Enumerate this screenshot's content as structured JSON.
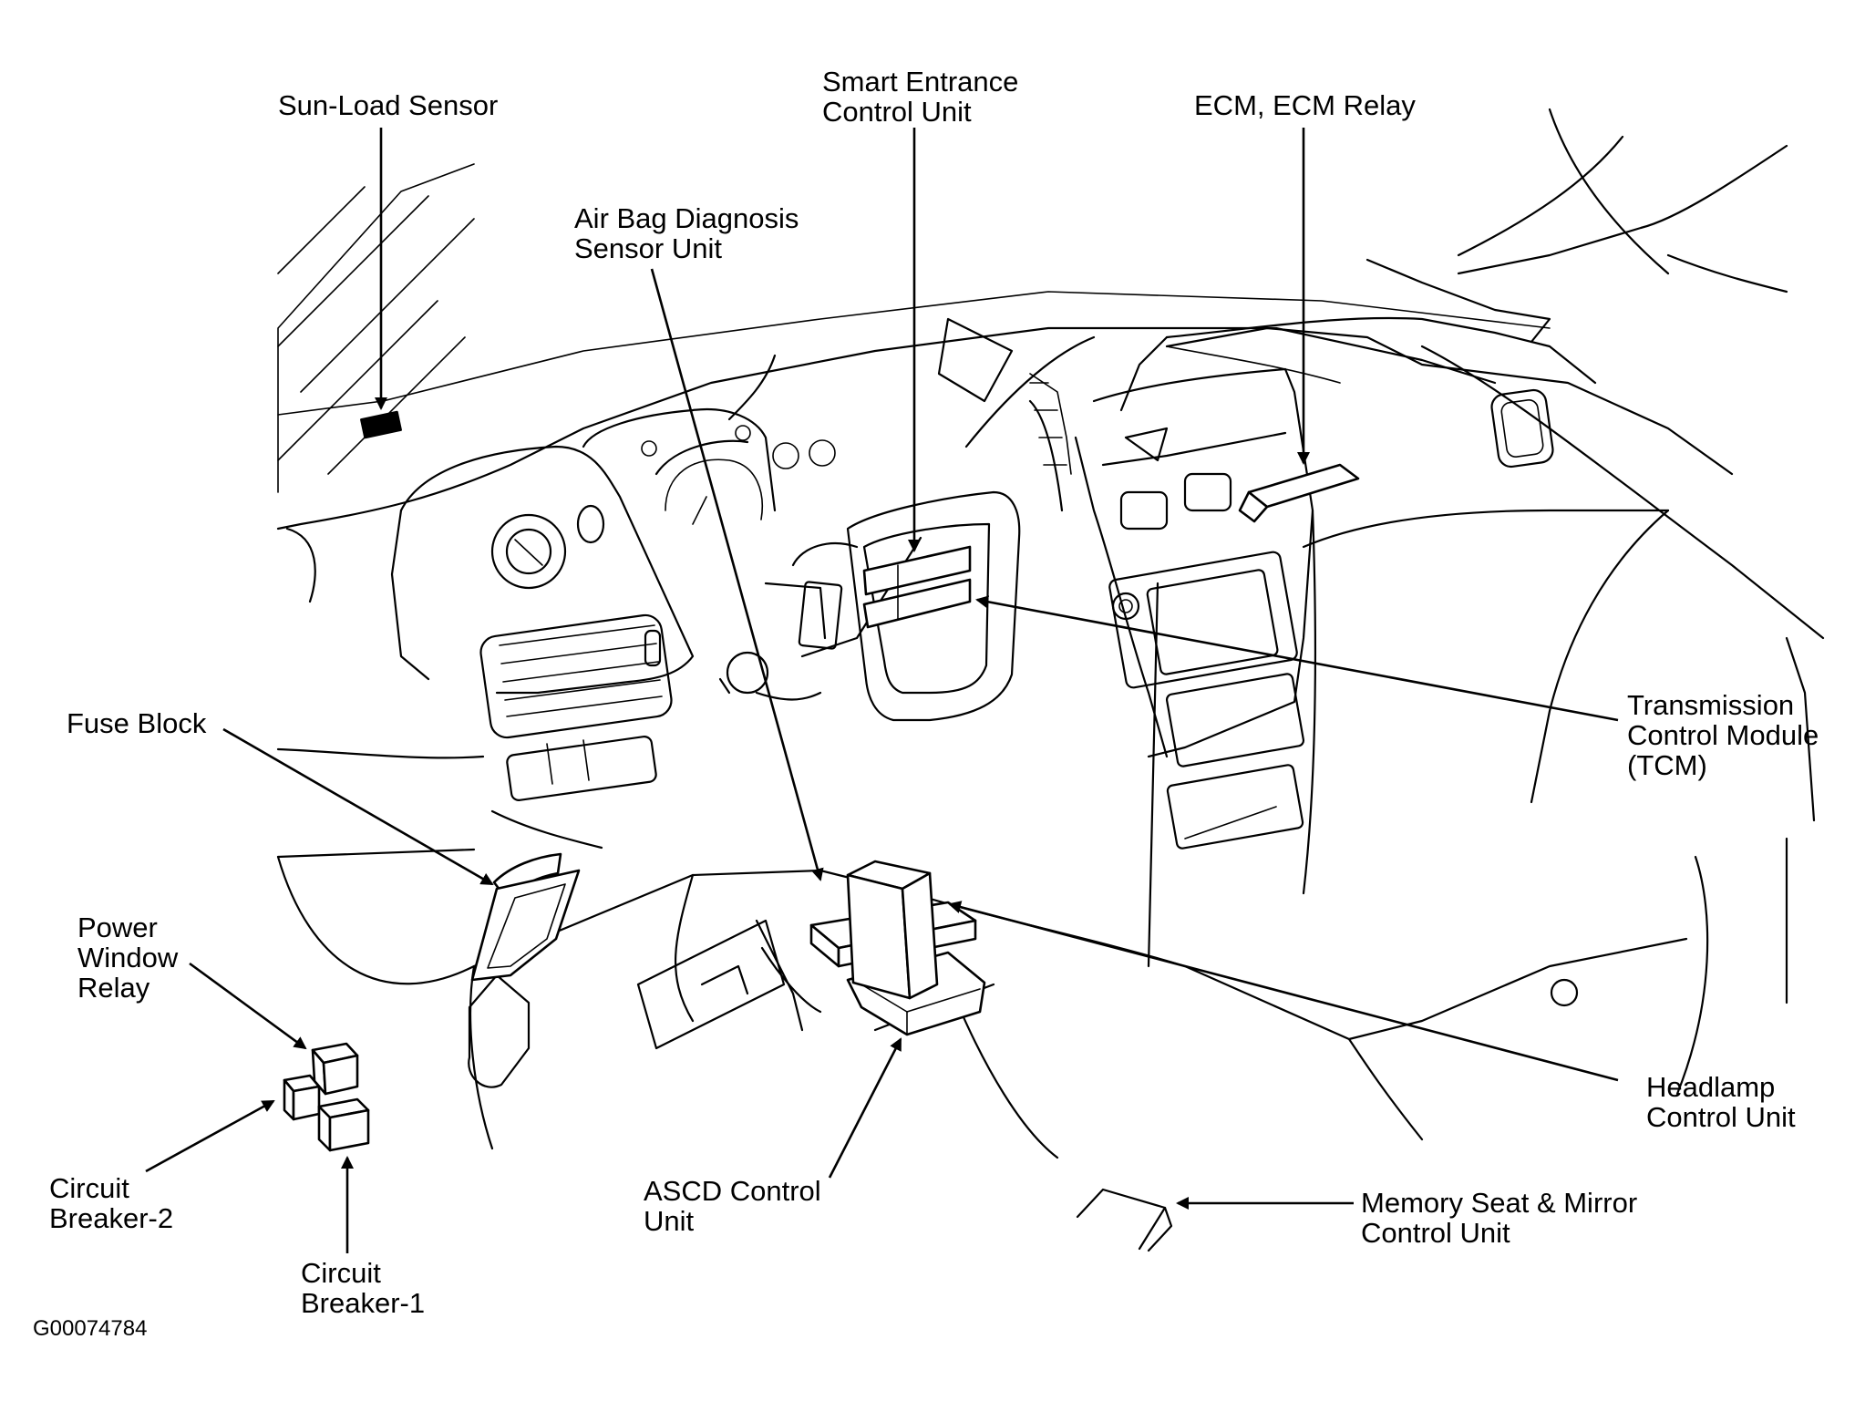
{
  "callouts": {
    "sun_load_sensor": "Sun-Load Sensor",
    "smart_entrance": [
      "Smart Entrance",
      "Control Unit"
    ],
    "ecm_relay": "ECM, ECM Relay",
    "air_bag": [
      "Air Bag Diagnosis",
      "Sensor Unit"
    ],
    "fuse_block": "Fuse Block",
    "tcm": [
      "Transmission",
      "Control Module",
      "(TCM)"
    ],
    "power_window_relay": [
      "Power",
      "Window",
      "Relay"
    ],
    "circuit_breaker_2": [
      "Circuit",
      "Breaker-2"
    ],
    "circuit_breaker_1": [
      "Circuit",
      "Breaker-1"
    ],
    "ascd": [
      "ASCD Control",
      "Unit"
    ],
    "headlamp": [
      "Headlamp",
      "Control Unit"
    ],
    "memory_seat": [
      "Memory Seat & Mirror",
      "Control Unit"
    ]
  },
  "figure_id": "G00074784"
}
